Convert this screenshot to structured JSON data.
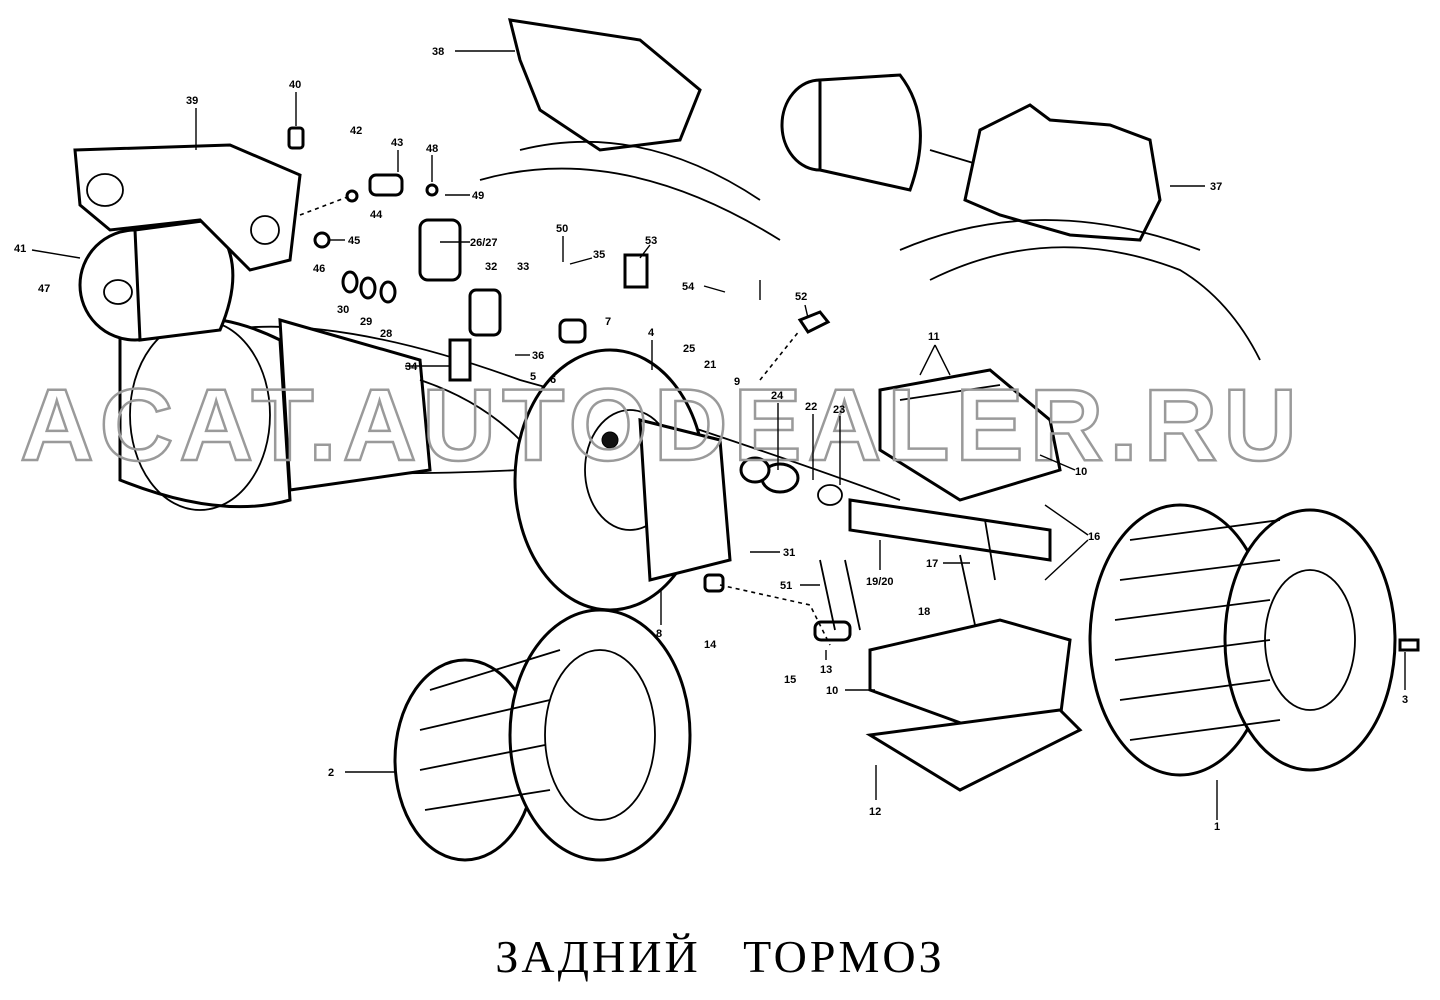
{
  "title": "ЗАДНИЙ ТОРМОЗ",
  "watermark": "ACAT.AUTODEALER.RU",
  "callouts": [
    "1",
    "2",
    "3",
    "4",
    "5",
    "6",
    "7",
    "8",
    "9",
    "10",
    "10",
    "11",
    "12",
    "13",
    "14",
    "15",
    "16",
    "17",
    "18",
    "19/20",
    "21",
    "22",
    "23",
    "24",
    "25",
    "26/27",
    "28",
    "29",
    "30",
    "31",
    "32",
    "33",
    "34",
    "35",
    "36",
    "37",
    "38",
    "39",
    "40",
    "41",
    "42",
    "43",
    "44",
    "45",
    "46",
    "47",
    "48",
    "49",
    "50",
    "51",
    "52",
    "53",
    "54"
  ]
}
